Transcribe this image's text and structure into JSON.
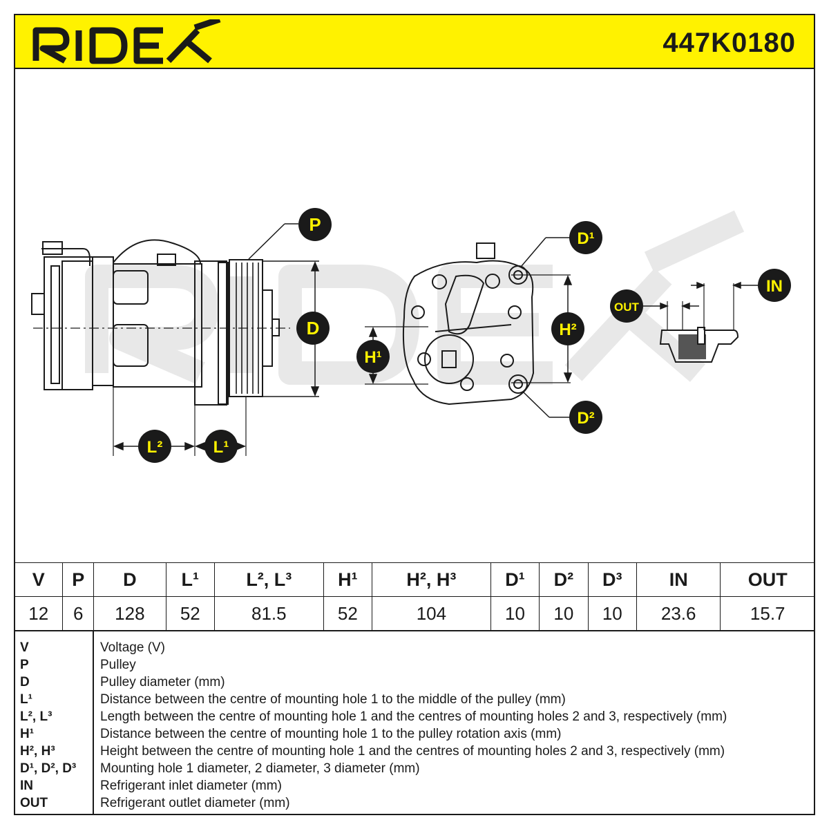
{
  "header": {
    "brand": "RIDEX",
    "part_number": "447K0180"
  },
  "diagram": {
    "labels": {
      "P": "P",
      "D": "D",
      "L1": "L¹",
      "L2": "L²",
      "H1": "H¹",
      "H2": "H²",
      "D1": "D¹",
      "D2": "D²",
      "IN": "IN",
      "OUT": "OUT"
    },
    "watermark": "RIDEX"
  },
  "spec_table": {
    "headers": [
      "V",
      "P",
      "D",
      "L¹",
      "L², L³",
      "H¹",
      "H², H³",
      "D¹",
      "D²",
      "D³",
      "IN",
      "OUT"
    ],
    "values": [
      "12",
      "6",
      "128",
      "52",
      "81.5",
      "52",
      "104",
      "10",
      "10",
      "10",
      "23.6",
      "15.7"
    ]
  },
  "legend": [
    {
      "key": "V",
      "desc": "Voltage (V)"
    },
    {
      "key": "P",
      "desc": "Pulley"
    },
    {
      "key": "D",
      "desc": "Pulley diameter (mm)"
    },
    {
      "key": "L¹",
      "desc": "Distance between the centre of mounting hole 1 to the middle of the pulley (mm)"
    },
    {
      "key": "L², L³",
      "desc": "Length between the centre of mounting hole 1 and the centres of mounting holes 2 and 3, respectively (mm)"
    },
    {
      "key": "H¹",
      "desc": "Distance between the centre of mounting hole 1 to the pulley rotation axis (mm)"
    },
    {
      "key": "H², H³",
      "desc": "Height between the centre of mounting hole 1 and the centres of mounting holes 2 and 3, respectively (mm)"
    },
    {
      "key": "D¹, D², D³",
      "desc": "Mounting hole 1 diameter, 2 diameter, 3 diameter (mm)"
    },
    {
      "key": "IN",
      "desc": "Refrigerant inlet diameter (mm)"
    },
    {
      "key": "OUT",
      "desc": "Refrigerant outlet diameter (mm)"
    }
  ],
  "colors": {
    "accent_yellow": "#fff200",
    "ink": "#1a1a1a",
    "watermark": "#e6e6e6"
  }
}
